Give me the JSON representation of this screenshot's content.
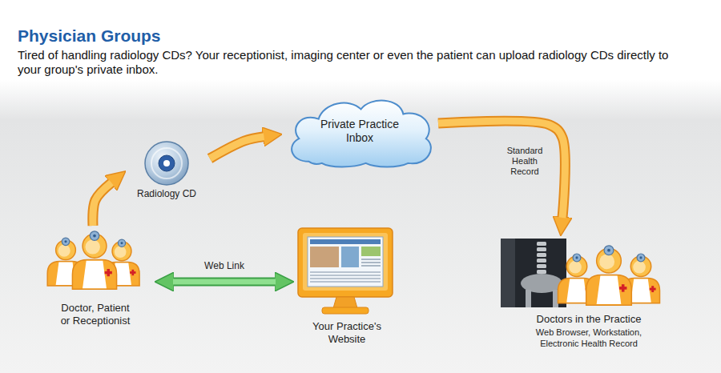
{
  "diagram": {
    "title": "Physician Groups",
    "caption": "Tired of handling radiology CDs? Your receptionist, imaging center or even the patient can upload radiology CDs directly to your group's private inbox.",
    "nodes": [
      {
        "text": [
          "Private Practice Inbox"
        ]
      },
      {
        "text": [
          "Radiology CD"
        ]
      },
      {
        "text": [
          "Doctor, Patient or Receptionist"
        ]
      },
      {
        "text": [
          "Your Practice's Website"
        ]
      },
      {
        "text": [
          "Doctors in the Practice",
          "Web Browser, Workstation, Electronic Health Record"
        ]
      }
    ],
    "edges": [
      {
        "from": 2,
        "to": 1,
        "arrow": "to"
      },
      {
        "from": 1,
        "to": 0,
        "arrow": "to"
      },
      {
        "from": 0,
        "to": 4,
        "label": "Standard Health Record",
        "arrow": "to"
      },
      {
        "from": 2,
        "to": 3,
        "label": "Web Link",
        "arrow": "both"
      }
    ]
  }
}
